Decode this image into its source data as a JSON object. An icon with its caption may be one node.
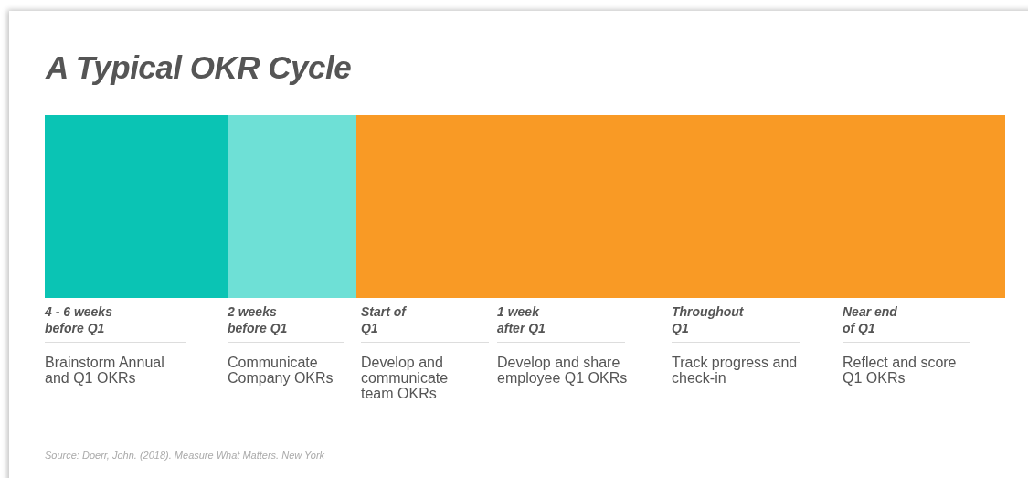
{
  "diagram": {
    "title": "A Typical OKR Cycle",
    "caption": "Source: Doerr, John. (2018). Measure What Matters. New York",
    "nodes": [
      {
        "text": [],
        "shape": "bar"
      },
      {
        "text": [],
        "shape": "bar"
      },
      {
        "text": [],
        "shape": "bar"
      },
      {
        "text": [
          "4 - 6 weeks before Q1",
          "Brainstorm Annual and Q1 OKRs"
        ]
      },
      {
        "text": [
          "2 weeks before Q1",
          "Communicate Company OKRs"
        ]
      },
      {
        "text": [
          "Start of Q1",
          "Develop and communicate team OKRs"
        ]
      },
      {
        "text": [
          "1 week after Q1",
          "Develop and share employee Q1 OKRs"
        ]
      },
      {
        "text": [
          "Throughout Q1",
          "Track progress and check-in"
        ]
      },
      {
        "text": [
          "Near end of Q1",
          "Reflect and score Q1 OKRs"
        ]
      }
    ]
  }
}
